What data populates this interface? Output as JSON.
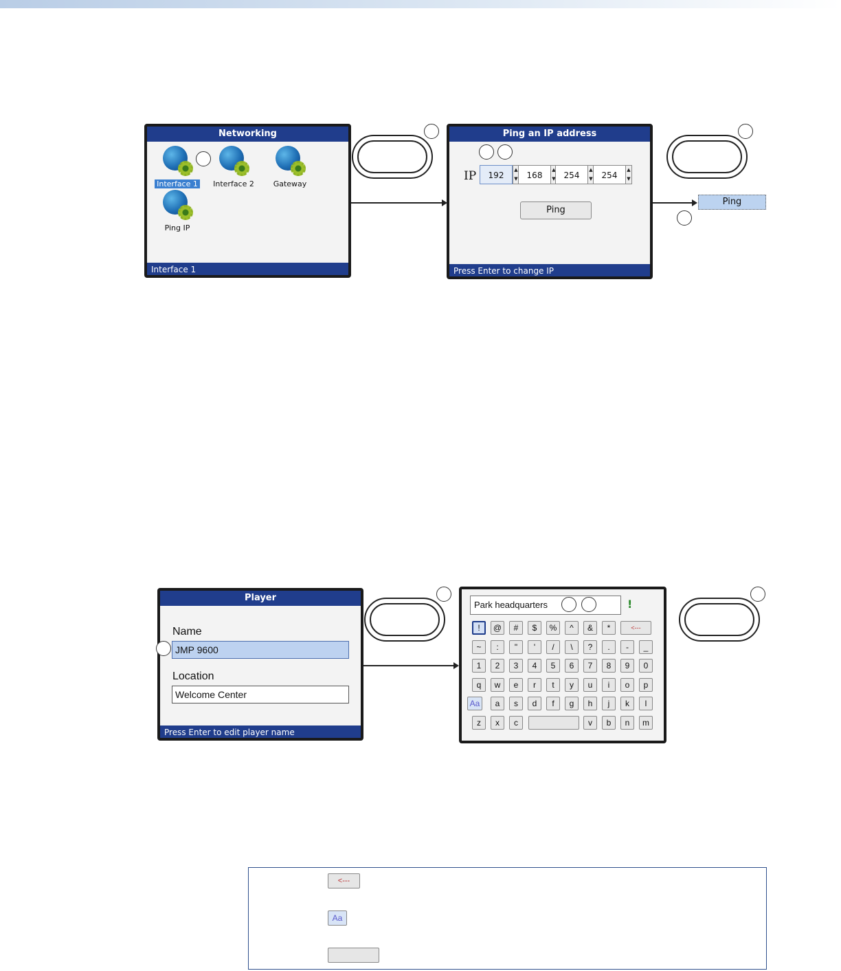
{
  "networking": {
    "title": "Networking",
    "icons": [
      "Interface 1",
      "Interface 2",
      "Gateway",
      "Ping IP"
    ],
    "status": "Interface 1"
  },
  "ping": {
    "title": "Ping an IP address",
    "ip_label": "IP",
    "octets": [
      "192",
      "168",
      "254",
      "254"
    ],
    "button": "Ping",
    "status": "Press Enter to change IP",
    "result_button": "Ping"
  },
  "player": {
    "title": "Player",
    "name_label": "Name",
    "name_value": "JMP 9600",
    "location_label": "Location",
    "location_value": "Welcome Center",
    "status": "Press Enter to edit player name"
  },
  "keyboard": {
    "input_value": "Park headquarters",
    "ok_mark": "!",
    "row1": [
      "!",
      "@",
      "#",
      "$",
      "%",
      "^",
      "&",
      "*"
    ],
    "backspace": "<---",
    "row2": [
      "~",
      ":",
      "\"",
      "'",
      "/",
      "\\",
      "?",
      ".",
      "-",
      "_"
    ],
    "row3": [
      "1",
      "2",
      "3",
      "4",
      "5",
      "6",
      "7",
      "8",
      "9",
      "0"
    ],
    "row4": [
      "q",
      "w",
      "e",
      "r",
      "t",
      "y",
      "u",
      "i",
      "o",
      "p"
    ],
    "case_key": "Aa",
    "row5": [
      "a",
      "s",
      "d",
      "f",
      "g",
      "h",
      "j",
      "k",
      "l"
    ],
    "row6a": [
      "z",
      "x",
      "c"
    ],
    "row6b": [
      "v",
      "b",
      "n",
      "m"
    ]
  },
  "legend": {
    "backspace": "<---",
    "case_key": "Aa"
  }
}
